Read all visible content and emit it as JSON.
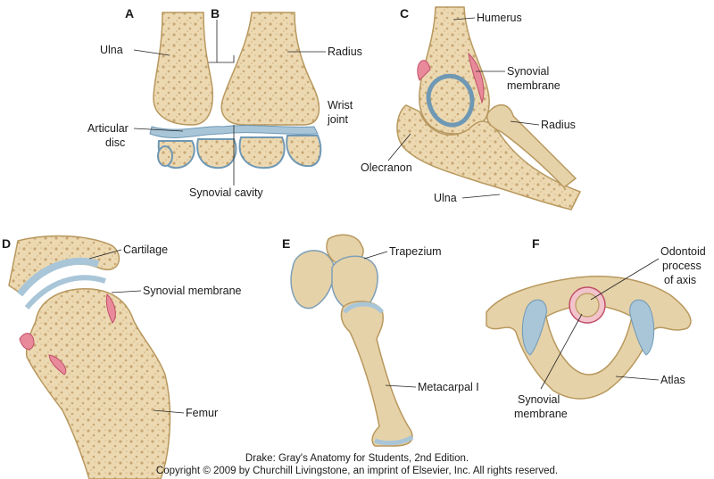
{
  "panels": {
    "A": {
      "letter": "A",
      "labels": {
        "ulna": "Ulna",
        "radius": "Radius",
        "wrist_joint": "Wrist joint",
        "articular_disc": "Articular disc",
        "synovial_cavity": "Synovial cavity"
      }
    },
    "B": {
      "letter": "B"
    },
    "C": {
      "letter": "C",
      "labels": {
        "humerus": "Humerus",
        "synovial_membrane": "Synovial membrane",
        "radius": "Radius",
        "olecranon": "Olecranon",
        "ulna": "Ulna"
      }
    },
    "D": {
      "letter": "D",
      "labels": {
        "cartilage": "Cartilage",
        "synovial_membrane": "Synovial membrane",
        "femur": "Femur"
      }
    },
    "E": {
      "letter": "E",
      "labels": {
        "trapezium": "Trapezium",
        "metacarpal": "Metacarpal I"
      }
    },
    "F": {
      "letter": "F",
      "labels": {
        "odontoid": "Odontoid process of axis",
        "atlas": "Atlas",
        "synovial_membrane": "Synovial membrane"
      }
    }
  },
  "credit": {
    "line1": "Drake: Gray's Anatomy for Students, 2nd Edition.",
    "line2": "Copyright © 2009 by Churchill Livingstone, an imprint of Elsevier, Inc. All rights reserved."
  },
  "colors": {
    "bone": "#e6d2a8",
    "bone_dark": "#cdb27a",
    "cartilage": "#a9c6d8",
    "synovial": "#e88a9a",
    "text": "#1a1a1a"
  }
}
